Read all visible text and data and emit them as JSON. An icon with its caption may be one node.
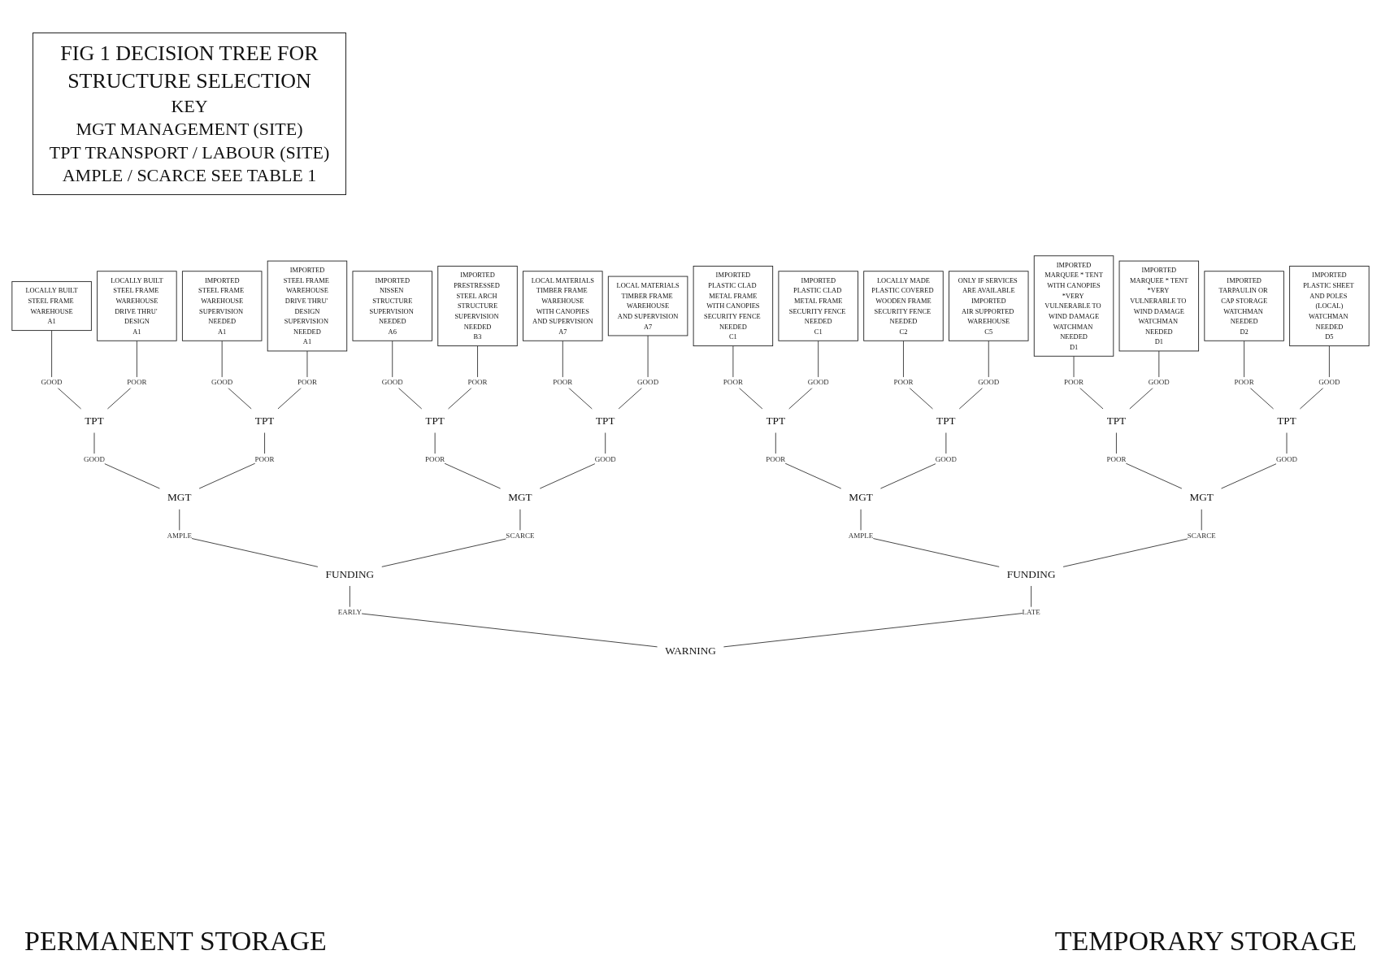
{
  "diagram": {
    "nodes": [
      {
        "text": [
          "FIG 1 DECISION TREE FOR STRUCTURE SELECTION",
          "KEY",
          "MGT MANAGEMENT (SITE)",
          "TPT TRANSPORT / LABOUR (SITE)",
          "AMPLE / SCARCE SEE TABLE 1"
        ]
      },
      {
        "text": [
          "WARNING"
        ]
      },
      {
        "text": [
          "FUNDING"
        ]
      },
      {
        "text": [
          "FUNDING"
        ]
      },
      {
        "text": [
          "MGT"
        ]
      },
      {
        "text": [
          "MGT"
        ]
      },
      {
        "text": [
          "MGT"
        ]
      },
      {
        "text": [
          "MGT"
        ]
      },
      {
        "text": [
          "TPT"
        ]
      },
      {
        "text": [
          "TPT"
        ]
      },
      {
        "text": [
          "TPT"
        ]
      },
      {
        "text": [
          "TPT"
        ]
      },
      {
        "text": [
          "TPT"
        ]
      },
      {
        "text": [
          "TPT"
        ]
      },
      {
        "text": [
          "TPT"
        ]
      },
      {
        "text": [
          "TPT"
        ]
      },
      {
        "text": [
          "LOCALLY BUILT",
          "STEEL FRAME WAREHOUSE",
          "A1"
        ]
      },
      {
        "text": [
          "LOCALLY BUILT",
          "STEEL FRAME WAREHOUSE",
          "DRIVE THRU' DESIGN",
          "A1"
        ]
      },
      {
        "text": [
          "IMPORTED",
          "STEEL FRAME WAREHOUSE",
          "SUPERVISION NEEDED",
          "A1"
        ]
      },
      {
        "text": [
          "IMPORTED",
          "STEEL FRAME WAREHOUSE",
          "DRIVE THRU' DESIGN",
          "SUPERVISION NEEDED",
          "A1"
        ]
      },
      {
        "text": [
          "IMPORTED",
          "NISSEN STRUCTURE",
          "SUPERVISION NEEDED",
          "A6"
        ]
      },
      {
        "text": [
          "IMPORTED",
          "PRESTRESSED STEEL ARCH STRUCTURE",
          "SUPERVISION NEEDED",
          "B3"
        ]
      },
      {
        "text": [
          "LOCAL MATERIALS",
          "TIMBER FRAME WAREHOUSE",
          "WITH CANOPIES",
          "AND SUPERVISION",
          "A7"
        ]
      },
      {
        "text": [
          "LOCAL MATERIALS",
          "TIMBER FRAME WAREHOUSE",
          "AND SUPERVISION",
          "A7"
        ]
      },
      {
        "text": [
          "IMPORTED",
          "PLASTIC CLAD METAL FRAME",
          "WITH CANOPIES",
          "SECURITY FENCE NEEDED",
          "C1"
        ]
      },
      {
        "text": [
          "IMPORTED",
          "PLASTIC CLAD METAL FRAME",
          "SECURITY FENCE NEEDED",
          "C1"
        ]
      },
      {
        "text": [
          "LOCALLY MADE",
          "PLASTIC COVERED WOODEN FRAME",
          "SECURITY FENCE NEEDED",
          "C2"
        ]
      },
      {
        "text": [
          "ONLY IF SERVICES ARE AVAILABLE",
          "IMPORTED",
          "AIR SUPPORTED WAREHOUSE",
          "C5"
        ]
      },
      {
        "text": [
          "IMPORTED",
          "MARQUEE * TENT",
          "WITH CANOPIES",
          "*VERY VULNERABLE TO WIND DAMAGE",
          "WATCHMAN NEEDED",
          "D1"
        ]
      },
      {
        "text": [
          "IMPORTED",
          "MARQUEE * TENT",
          "*VERY VULNERABLE TO WIND DAMAGE",
          "WATCHMAN NEEDED",
          "D1"
        ]
      },
      {
        "text": [
          "IMPORTED",
          "TARPAULIN OR CAP STORAGE",
          "WATCHMAN NEEDED",
          "D2"
        ]
      },
      {
        "text": [
          "IMPORTED",
          "PLASTIC SHEET AND POLES (LOCAL)",
          "WATCHMAN NEEDED",
          "D5"
        ]
      }
    ],
    "edges": [
      {
        "from": 1,
        "to": 2,
        "arrow": "none",
        "label": "EARLY"
      },
      {
        "from": 1,
        "to": 3,
        "arrow": "none",
        "label": "LATE"
      },
      {
        "from": 2,
        "to": 4,
        "arrow": "none",
        "label": "AMPLE"
      },
      {
        "from": 2,
        "to": 5,
        "arrow": "none",
        "label": "SCARCE"
      },
      {
        "from": 3,
        "to": 6,
        "arrow": "none",
        "label": "AMPLE"
      },
      {
        "from": 3,
        "to": 7,
        "arrow": "none",
        "label": "SCARCE"
      },
      {
        "from": 4,
        "to": 8,
        "arrow": "none",
        "label": "GOOD"
      },
      {
        "from": 4,
        "to": 9,
        "arrow": "none",
        "label": "POOR"
      },
      {
        "from": 5,
        "to": 10,
        "arrow": "none",
        "label": "POOR"
      },
      {
        "from": 5,
        "to": 11,
        "arrow": "none",
        "label": "GOOD"
      },
      {
        "from": 6,
        "to": 12,
        "arrow": "none",
        "label": "POOR"
      },
      {
        "from": 6,
        "to": 13,
        "arrow": "none",
        "label": "GOOD"
      },
      {
        "from": 7,
        "to": 14,
        "arrow": "none",
        "label": "POOR"
      },
      {
        "from": 7,
        "to": 15,
        "arrow": "none",
        "label": "GOOD"
      },
      {
        "from": 8,
        "to": 16,
        "arrow": "none",
        "label": "GOOD"
      },
      {
        "from": 8,
        "to": 17,
        "arrow": "none",
        "label": "POOR"
      },
      {
        "from": 9,
        "to": 18,
        "arrow": "none",
        "label": "GOOD"
      },
      {
        "from": 9,
        "to": 19,
        "arrow": "none",
        "label": "POOR"
      },
      {
        "from": 10,
        "to": 20,
        "arrow": "none",
        "label": "GOOD"
      },
      {
        "from": 10,
        "to": 21,
        "arrow": "none",
        "label": "POOR"
      },
      {
        "from": 11,
        "to": 22,
        "arrow": "none",
        "label": "POOR"
      },
      {
        "from": 11,
        "to": 23,
        "arrow": "none",
        "label": "GOOD"
      },
      {
        "from": 12,
        "to": 24,
        "arrow": "none",
        "label": "POOR"
      },
      {
        "from": 12,
        "to": 25,
        "arrow": "none",
        "label": "GOOD"
      },
      {
        "from": 13,
        "to": 26,
        "arrow": "none",
        "label": "POOR"
      },
      {
        "from": 13,
        "to": 27,
        "arrow": "none",
        "label": "GOOD"
      },
      {
        "from": 14,
        "to": 28,
        "arrow": "none",
        "label": "POOR"
      },
      {
        "from": 14,
        "to": 29,
        "arrow": "none",
        "label": "GOOD"
      },
      {
        "from": 15,
        "to": 30,
        "arrow": "none",
        "label": "POOR"
      },
      {
        "from": 15,
        "to": 31,
        "arrow": "none",
        "label": "GOOD"
      }
    ],
    "labels": [
      "PERMANENT STORAGE",
      "TEMPORARY STORAGE"
    ]
  }
}
